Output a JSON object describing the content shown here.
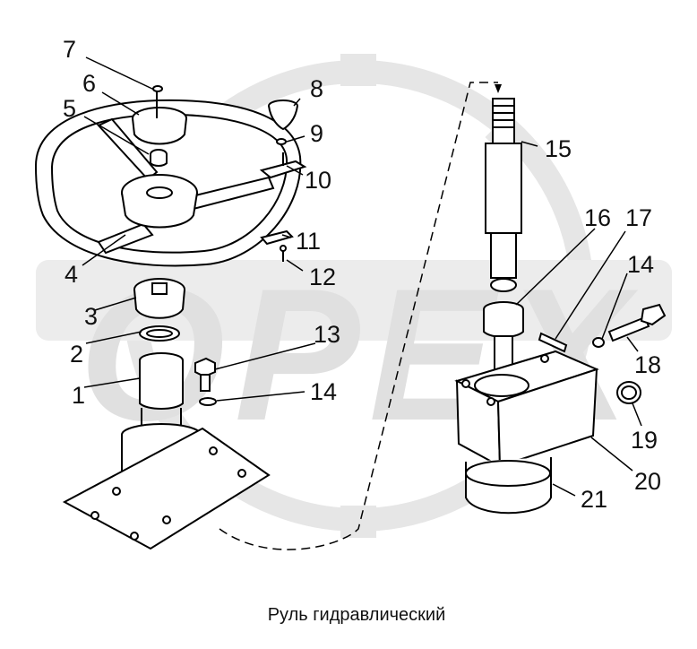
{
  "title": "Руль гидравлический",
  "watermark": "OPEX",
  "colors": {
    "line": "#000000",
    "watermark": "#e4e4e4",
    "label": "#111111"
  },
  "parts": [
    {
      "id": "1",
      "label": "1"
    },
    {
      "id": "2",
      "label": "2"
    },
    {
      "id": "3",
      "label": "3"
    },
    {
      "id": "4",
      "label": "4"
    },
    {
      "id": "5",
      "label": "5"
    },
    {
      "id": "6",
      "label": "6"
    },
    {
      "id": "7",
      "label": "7"
    },
    {
      "id": "8",
      "label": "8"
    },
    {
      "id": "9",
      "label": "9"
    },
    {
      "id": "10",
      "label": "10"
    },
    {
      "id": "11",
      "label": "11"
    },
    {
      "id": "12",
      "label": "12"
    },
    {
      "id": "13",
      "label": "13"
    },
    {
      "id": "14a",
      "label": "14"
    },
    {
      "id": "14b",
      "label": "14"
    },
    {
      "id": "15",
      "label": "15"
    },
    {
      "id": "16",
      "label": "16"
    },
    {
      "id": "17",
      "label": "17"
    },
    {
      "id": "18",
      "label": "18"
    },
    {
      "id": "19",
      "label": "19"
    },
    {
      "id": "20",
      "label": "20"
    },
    {
      "id": "21",
      "label": "21"
    }
  ]
}
